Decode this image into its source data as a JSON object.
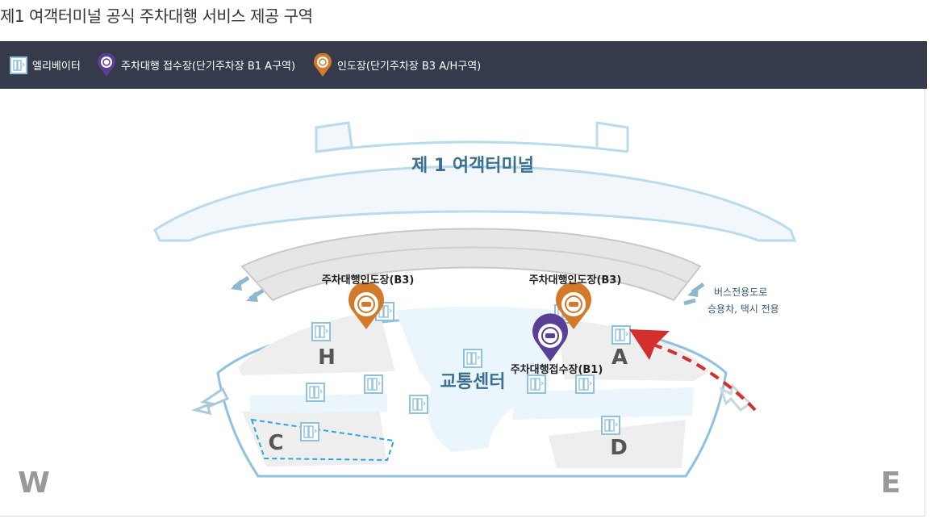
{
  "page_title": "제1 여객터미널 공식 주차대행 서비스 제공 구역",
  "legend": {
    "elevator": "엘리베이터",
    "reception": "주차대행 접수장(단기주차장 B1 A구역)",
    "delivery": "인도장(단기주차장 B3 A/H구역)"
  },
  "map": {
    "terminal_name": "제 1 여객터미널",
    "transport_center": "교통센터",
    "delivery_left": "주차대행인도장(B3)",
    "delivery_right": "주차대행인도장(B3)",
    "reception": "주차대행접수장(B1)",
    "bus_road_line1": "버스전용도로",
    "bus_road_line2": "승용차, 택시 전용",
    "zone_h": "H",
    "zone_a": "A",
    "zone_c": "C",
    "zone_d": "D",
    "west": "W",
    "east": "E"
  },
  "colors": {
    "legend_bg": "#363b4b",
    "reception_purple": "#5b3f96",
    "delivery_orange": "#d37a2a",
    "outline_blue": "#8ec2e0",
    "route_red": "#d32f2f",
    "terminal_text": "#3a6f8f"
  }
}
